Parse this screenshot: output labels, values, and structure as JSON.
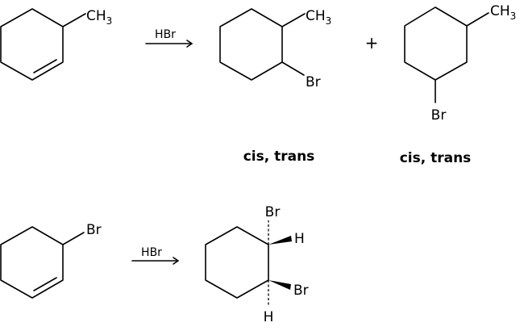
{
  "diagram": {
    "type": "chemical-reaction-scheme",
    "reaction1": {
      "reactant": {
        "name": "3-methylcyclohexene",
        "substituent_label": "CH",
        "substituent_subscript": "3"
      },
      "reagent": "HBr",
      "plus_sign": "+",
      "product1": {
        "name": "1-bromo-2-methylcyclohexane",
        "methyl_label": "CH",
        "methyl_subscript": "3",
        "bromo_label": "Br",
        "stereo_label": "cis, trans"
      },
      "product2": {
        "name": "1-bromo-3-methylcyclohexane",
        "methyl_label": "CH",
        "methyl_subscript": "3",
        "bromo_label": "Br",
        "stereo_label": "cis, trans"
      }
    },
    "reaction2": {
      "reactant": {
        "name": "3-bromocyclohexene",
        "substituent_label": "Br"
      },
      "reagent": "HBr",
      "product": {
        "name": "trans-1,2-dibromocyclohexane",
        "top_br": "Br",
        "top_h": "H",
        "bottom_br": "Br",
        "bottom_h": "H"
      }
    }
  }
}
